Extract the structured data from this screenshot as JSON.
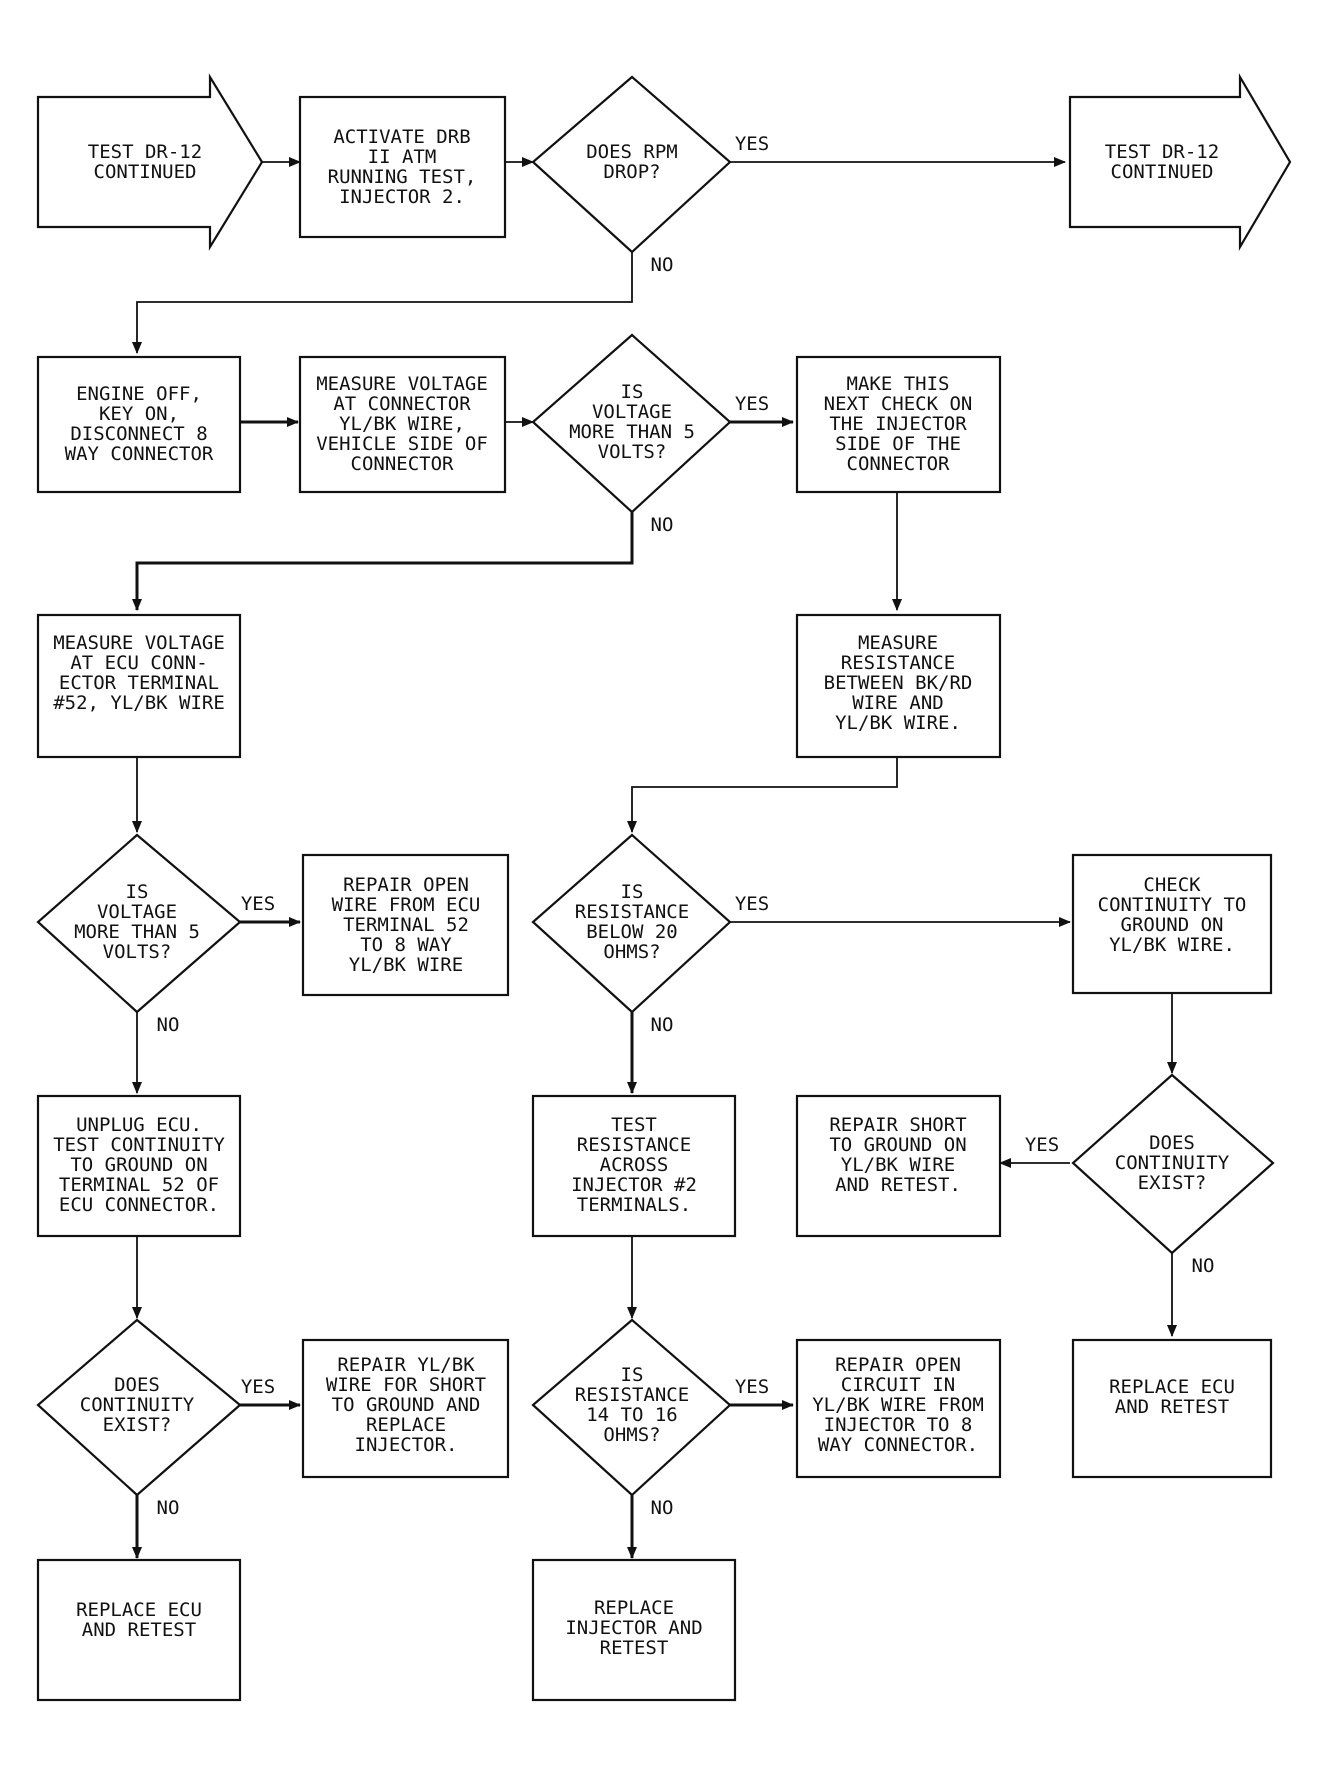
{
  "nodes": {
    "start": "TEST DR-12\nCONTINUED",
    "activate": "ACTIVATE DRB\nII ATM\nRUNNING TEST,\nINJECTOR 2.",
    "rpm_drop": "DOES RPM\nDROP?",
    "continue_end": "TEST DR-12\nCONTINUED",
    "engine_off": "ENGINE OFF,\nKEY ON,\nDISCONNECT 8\nWAY CONNECTOR",
    "measure_vehicle": "MEASURE VOLTAGE\nAT CONNECTOR\nYL/BK WIRE,\nVEHICLE SIDE OF\nCONNECTOR",
    "voltage_5_a": "IS\nVOLTAGE\nMORE THAN 5\nVOLTS?",
    "injector_side": "MAKE THIS\nNEXT CHECK ON\nTHE INJECTOR\nSIDE OF THE\nCONNECTOR",
    "measure_ecu": "MEASURE VOLTAGE\nAT ECU CONN-\nECTOR TERMINAL\n#52, YL/BK WIRE",
    "measure_resistance": "MEASURE\nRESISTANCE\nBETWEEN BK/RD\nWIRE AND\nYL/BK WIRE.",
    "voltage_5_b": "IS\nVOLTAGE\nMORE THAN 5\nVOLTS?",
    "repair_open_ecu": "REPAIR OPEN\nWIRE FROM ECU\nTERMINAL 52\nTO 8 WAY\nYL/BK WIRE",
    "resistance_20": "IS\nRESISTANCE\nBELOW 20\nOHMS?",
    "check_continuity": "CHECK\nCONTINUITY TO\nGROUND ON\nYL/BK WIRE.",
    "unplug_ecu": "UNPLUG ECU.\nTEST CONTINUITY\nTO GROUND ON\nTERMINAL 52 OF\nECU CONNECTOR.",
    "test_resistance": "TEST\nRESISTANCE\nACROSS\nINJECTOR #2\nTERMINALS.",
    "repair_short": "REPAIR SHORT\nTO GROUND ON\nYL/BK WIRE\nAND RETEST.",
    "continuity_right": "DOES\nCONTINUITY\nEXIST?",
    "continuity_left": "DOES\nCONTINUITY\nEXIST?",
    "repair_yl_bk": "REPAIR YL/BK\nWIRE FOR SHORT\nTO GROUND AND\nREPLACE\nINJECTOR.",
    "resistance_14_16": "IS\nRESISTANCE\n14 TO 16\nOHMS?",
    "repair_open_circuit": "REPAIR OPEN\nCIRCUIT IN\nYL/BK WIRE FROM\nINJECTOR TO 8\nWAY CONNECTOR.",
    "replace_ecu_right": "REPLACE ECU\nAND RETEST",
    "replace_ecu_left": "REPLACE ECU\nAND RETEST",
    "replace_injector": "REPLACE\nINJECTOR AND\nRETEST"
  },
  "labels": {
    "yes": "YES",
    "no": "NO"
  },
  "colors": {
    "ink": "#111111",
    "paper": "#ffffff"
  }
}
